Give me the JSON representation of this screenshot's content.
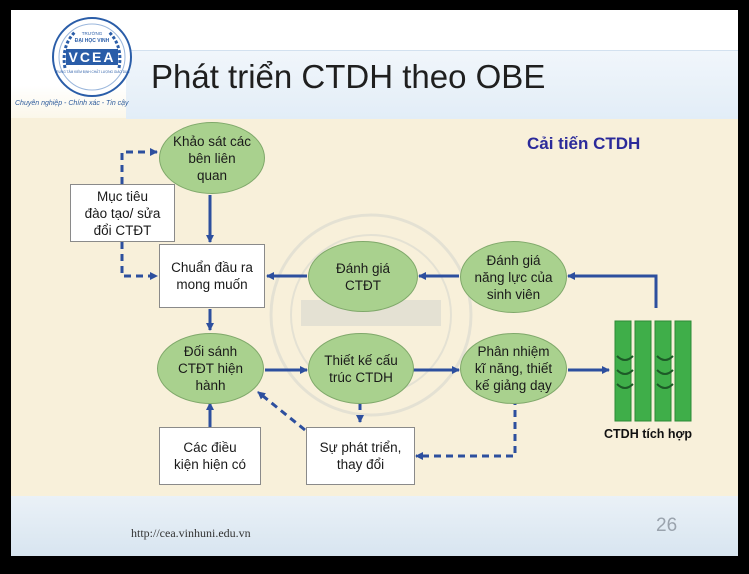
{
  "header": {
    "title": "Phát triển CTDH theo OBE",
    "logo_text": "VCEA",
    "logo_small_top": "TRƯỜNG",
    "logo_small_mid": "ĐẠI HỌC VINH",
    "logo_small_bottom": "TRUNG TÂM KIỂM ĐỊNH CHẤT LƯỢNG GIÁO DỤC",
    "tagline": "Chuyên nghiệp - Chính xác - Tin cậy"
  },
  "diagram": {
    "section_title": "Cải tiến CTDH",
    "nodes": {
      "khao_sat": "Khảo sát các\nbên liên\nquan",
      "muc_tieu": "Mục tiêu\nđào tạo/ sửa\nđổi CTĐT",
      "chuan_dau_ra": "Chuẩn đầu ra\nmong muốn",
      "danh_gia_ctdt": "Đánh giá\nCTĐT",
      "danh_gia_nang_luc": "Đánh giá\nnăng lực của\nsinh viên",
      "doi_sanh": "Đối sánh\nCTĐT hiện\nhành",
      "thiet_ke": "Thiết kế cấu\ntrúc CTDH",
      "phan_nhiem": "Phân nhiệm\nkĩ năng, thiết\nkế giảng dạy",
      "cac_dieu_kien": "Các điều\nkiện hiện có",
      "su_phat_trien": "Sự phát triển,\nthay đổi"
    },
    "ctdh_label": "CTDH tích hợp"
  },
  "footer": {
    "url": "http://cea.vinhuni.edu.vn",
    "page_number": "26"
  },
  "colors": {
    "node_fill": "#a9d18e",
    "arrow": "#2d4f9e",
    "title_accent": "#2b2a9a",
    "bar_green": "#3fae49"
  }
}
